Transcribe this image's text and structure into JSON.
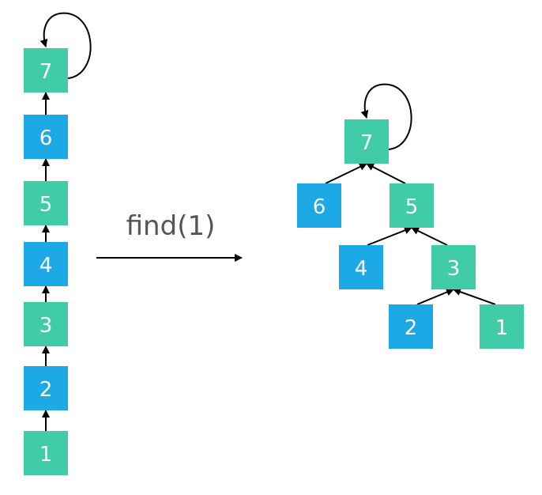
{
  "colors": {
    "green": "#3fcca6",
    "blue": "#1ca9e6",
    "edge": "#000000",
    "label": "#ffffff"
  },
  "operation": {
    "label": "find(1)"
  },
  "before": {
    "nodes": [
      {
        "id": "7",
        "color": "green"
      },
      {
        "id": "6",
        "color": "blue"
      },
      {
        "id": "5",
        "color": "green"
      },
      {
        "id": "4",
        "color": "blue"
      },
      {
        "id": "3",
        "color": "green"
      },
      {
        "id": "2",
        "color": "blue"
      },
      {
        "id": "1",
        "color": "green"
      }
    ],
    "edges": [
      {
        "from": "1",
        "to": "2"
      },
      {
        "from": "2",
        "to": "3"
      },
      {
        "from": "3",
        "to": "4"
      },
      {
        "from": "4",
        "to": "5"
      },
      {
        "from": "5",
        "to": "6"
      },
      {
        "from": "6",
        "to": "7"
      },
      {
        "from": "7",
        "to": "7"
      }
    ]
  },
  "after": {
    "nodes": [
      {
        "id": "7",
        "color": "green"
      },
      {
        "id": "6",
        "color": "blue"
      },
      {
        "id": "5",
        "color": "green"
      },
      {
        "id": "4",
        "color": "blue"
      },
      {
        "id": "3",
        "color": "green"
      },
      {
        "id": "2",
        "color": "blue"
      },
      {
        "id": "1",
        "color": "green"
      }
    ],
    "edges": [
      {
        "from": "6",
        "to": "7"
      },
      {
        "from": "5",
        "to": "7"
      },
      {
        "from": "4",
        "to": "5"
      },
      {
        "from": "3",
        "to": "5"
      },
      {
        "from": "2",
        "to": "3"
      },
      {
        "from": "1",
        "to": "3"
      },
      {
        "from": "7",
        "to": "7"
      }
    ]
  }
}
